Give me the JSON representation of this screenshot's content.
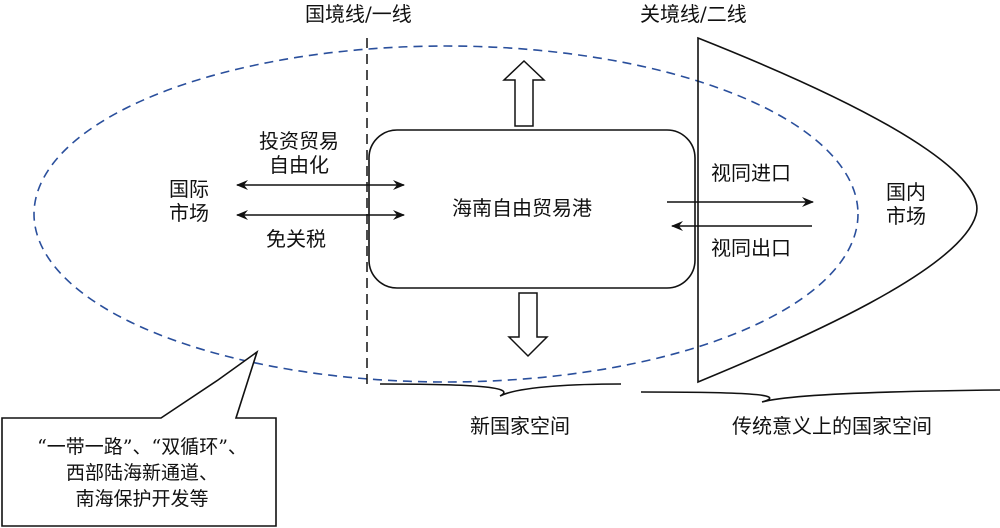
{
  "headers": {
    "border_line": "国境线/一线",
    "customs_line": "关境线/二线"
  },
  "center": {
    "title": "海南自由贸易港"
  },
  "left": {
    "market_line1": "国际",
    "market_line2": "市场",
    "top_arrow_label_line1": "投资贸易",
    "top_arrow_label_line2": "自由化",
    "bottom_arrow_label": "免关税"
  },
  "right": {
    "import_label": "视同进口",
    "export_label": "视同出口",
    "market_line1": "国内",
    "market_line2": "市场"
  },
  "bottom": {
    "new_space": "新国家空间",
    "traditional_space": "传统意义上的国家空间"
  },
  "callout": {
    "line1": "“一带一路”、“双循环”、",
    "line2": "西部陆海新通道、",
    "line3": "南海保护开发等"
  },
  "colors": {
    "ellipse_dash": "#2a4f9c",
    "stroke": "#111111"
  }
}
